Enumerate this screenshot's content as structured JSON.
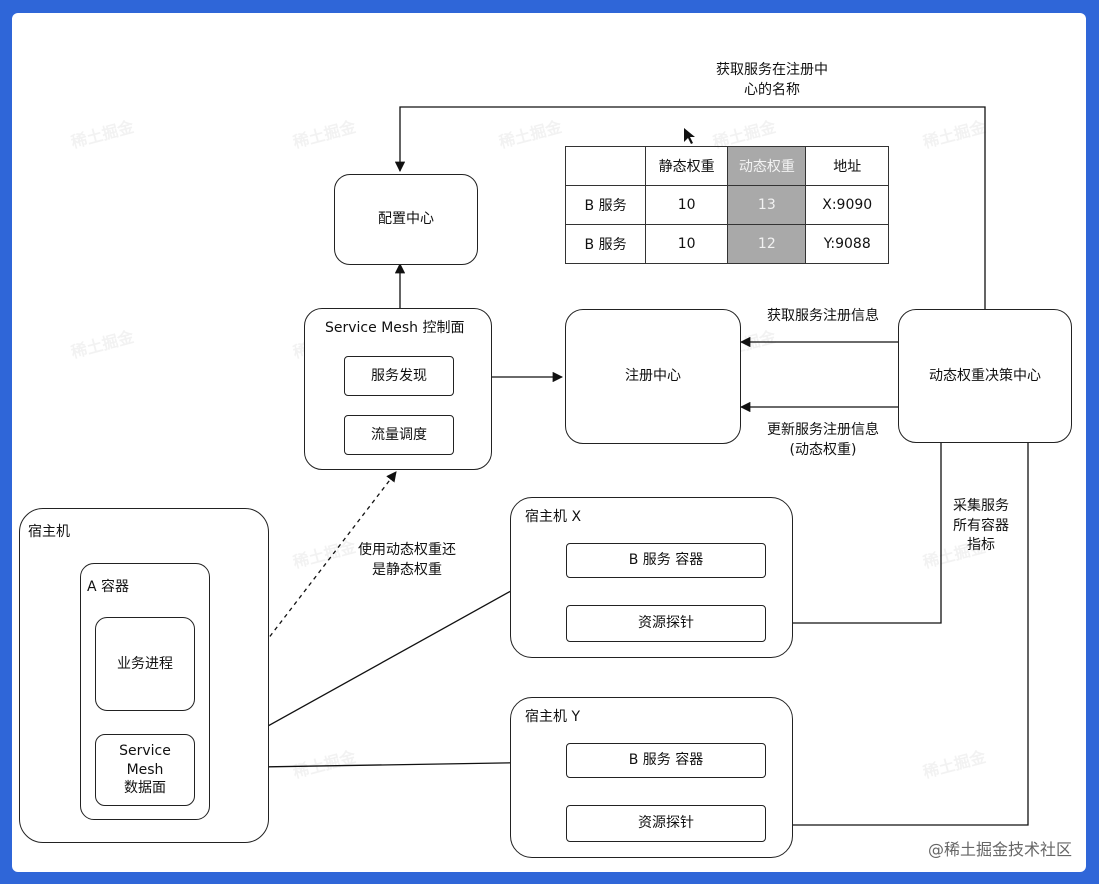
{
  "diagram": {
    "config_center": "配置中心",
    "control_plane": {
      "title": "Service Mesh 控制面",
      "service_discovery": "服务发现",
      "traffic_scheduling": "流量调度"
    },
    "registry": "注册中心",
    "decision_center": "动态权重决策中心",
    "host": "宿主机",
    "container_a": "A 容器",
    "business_process": "业务进程",
    "data_plane": "Service\nMesh\n数据面",
    "host_x": {
      "title": "宿主机 X",
      "service_container": "B 服务 容器",
      "probe": "资源探针"
    },
    "host_y": {
      "title": "宿主机 Y",
      "service_container": "B 服务 容器",
      "probe": "资源探针"
    },
    "labels": {
      "get_service_name": "获取服务在注册中\n心的名称",
      "get_registry_info": "获取服务注册信息",
      "update_registry_info": "更新服务注册信息\n(动态权重)",
      "collect_metrics": "采集服务\n所有容器\n指标",
      "use_weight": "使用动态权重还\n是静态权重"
    },
    "table": {
      "headers": [
        "",
        "静态权重",
        "动态权重",
        "地址"
      ],
      "rows": [
        [
          "B 服务",
          "10",
          "13",
          "X:9090"
        ],
        [
          "B 服务",
          "10",
          "12",
          "Y:9088"
        ]
      ]
    },
    "watermark": "稀土掘金",
    "credit": "@稀土掘金技术社区"
  }
}
